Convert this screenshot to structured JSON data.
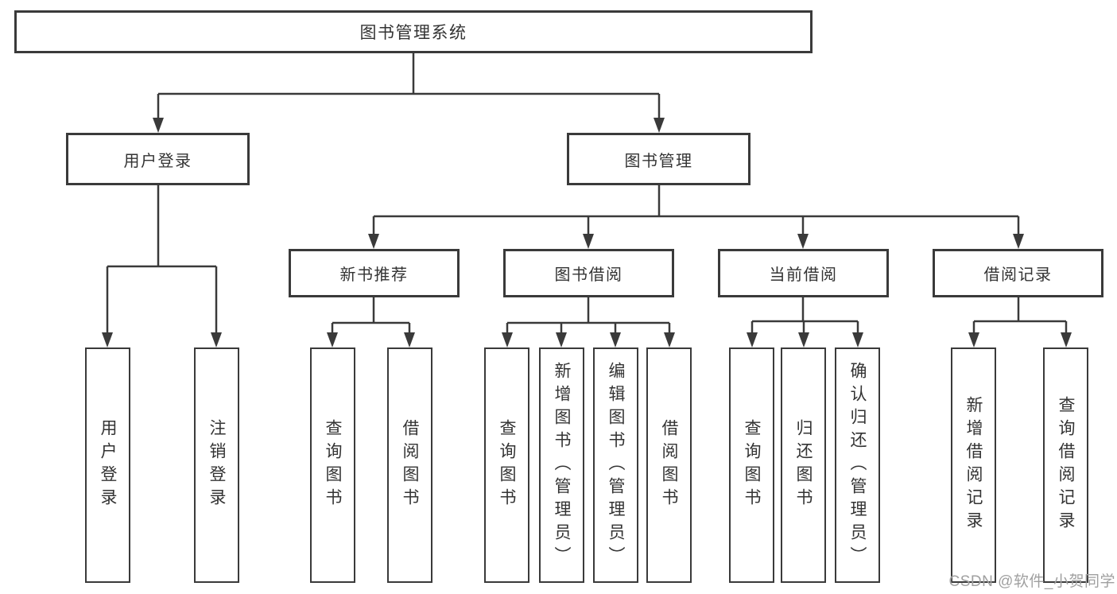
{
  "colors": {
    "line": "#3a3a3a",
    "border": "#3a3a3a",
    "text": "#333333",
    "background": "#ffffff",
    "watermark": "#a0a0a0"
  },
  "nodes": {
    "root": "图书管理系统",
    "user_login": "用户登录",
    "book_management": "图书管理",
    "new_book_recommend": "新书推荐",
    "book_borrow": "图书借阅",
    "current_borrow": "当前借阅",
    "borrow_record": "借阅记录",
    "leaf_user_login": "用户登录",
    "leaf_logout": "注销登录",
    "leaf_rec_query_book": "查询图书",
    "leaf_rec_borrow_book": "借阅图书",
    "leaf_bb_query_book": "查询图书",
    "leaf_bb_add_book": "新增图书（管理员）",
    "leaf_bb_edit_book": "编辑图书（管理员）",
    "leaf_bb_borrow_book": "借阅图书",
    "leaf_cb_query_book": "查询图书",
    "leaf_cb_return_book": "归还图书",
    "leaf_cb_confirm_return": "确认归还（管理员）",
    "leaf_br_add_record": "新增借阅记录",
    "leaf_br_query_record": "查询借阅记录"
  },
  "watermark": "CSDN @软件_小贺同学"
}
